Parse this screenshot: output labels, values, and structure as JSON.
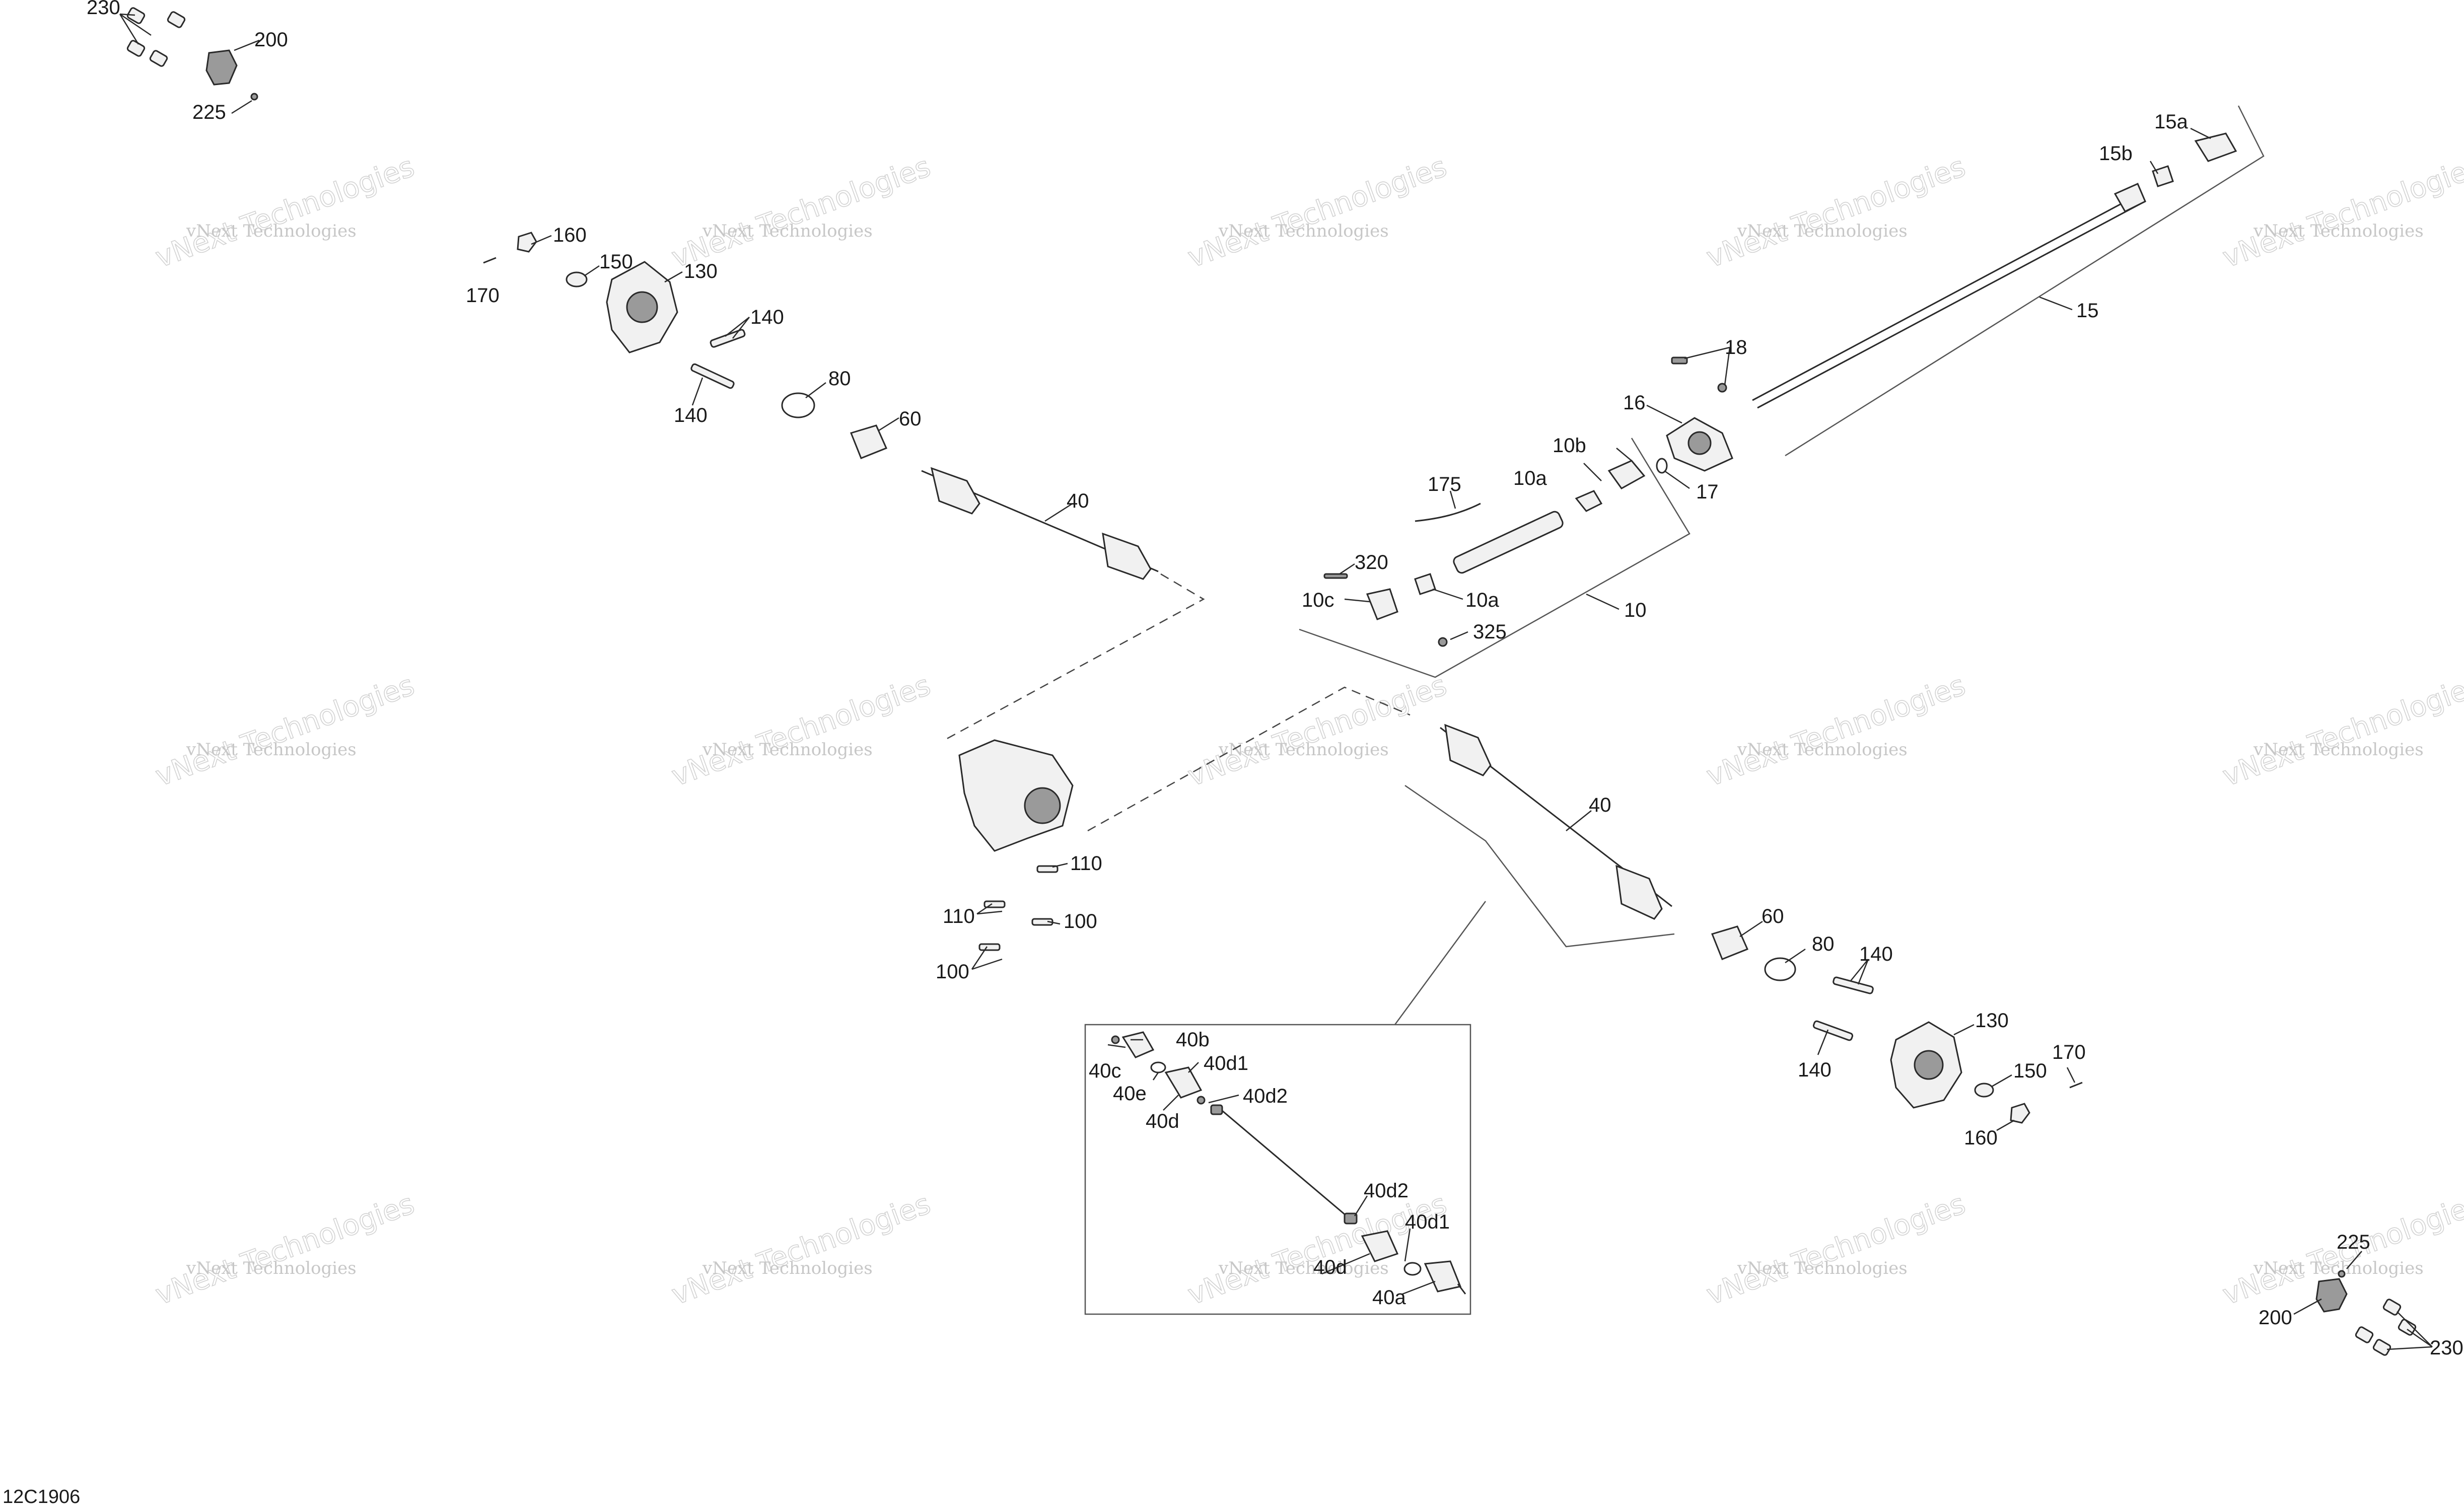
{
  "document_id": "12C1906",
  "watermark": {
    "line1": "vNext Technologies",
    "line2": "vNext Technologies"
  },
  "callouts": {
    "c230a": "230",
    "c200a": "200",
    "c225a": "225",
    "c160a": "160",
    "c150a": "150",
    "c170a": "170",
    "c130a": "130",
    "c140a": "140",
    "c140b": "140",
    "c80a": "80",
    "c60a": "60",
    "c40a": "40",
    "c15a": "15a",
    "c15b": "15b",
    "c15": "15",
    "c18": "18",
    "c16": "16",
    "c17": "17",
    "c10b": "10b",
    "c10a_1": "10a",
    "c175": "175",
    "c320": "320",
    "c10c": "10c",
    "c10a_2": "10a",
    "c325": "325",
    "c10": "10",
    "c110a": "110",
    "c110b": "110",
    "c100a": "100",
    "c100b": "100",
    "c40b": "40",
    "c60b": "60",
    "c80b": "80",
    "c140c": "140",
    "c130b": "130",
    "c170b": "170",
    "c140d": "140",
    "c150b": "150",
    "c160b": "160",
    "c40_b": "40b",
    "c40_c": "40c",
    "c40_d1a": "40d1",
    "c40_e": "40e",
    "c40_d2a": "40d2",
    "c40_da": "40d",
    "c40_d2b": "40d2",
    "c40_d1b": "40d1",
    "c40_db": "40d",
    "c40_a": "40a",
    "c225b": "225",
    "c200b": "200",
    "c230b": "230"
  }
}
